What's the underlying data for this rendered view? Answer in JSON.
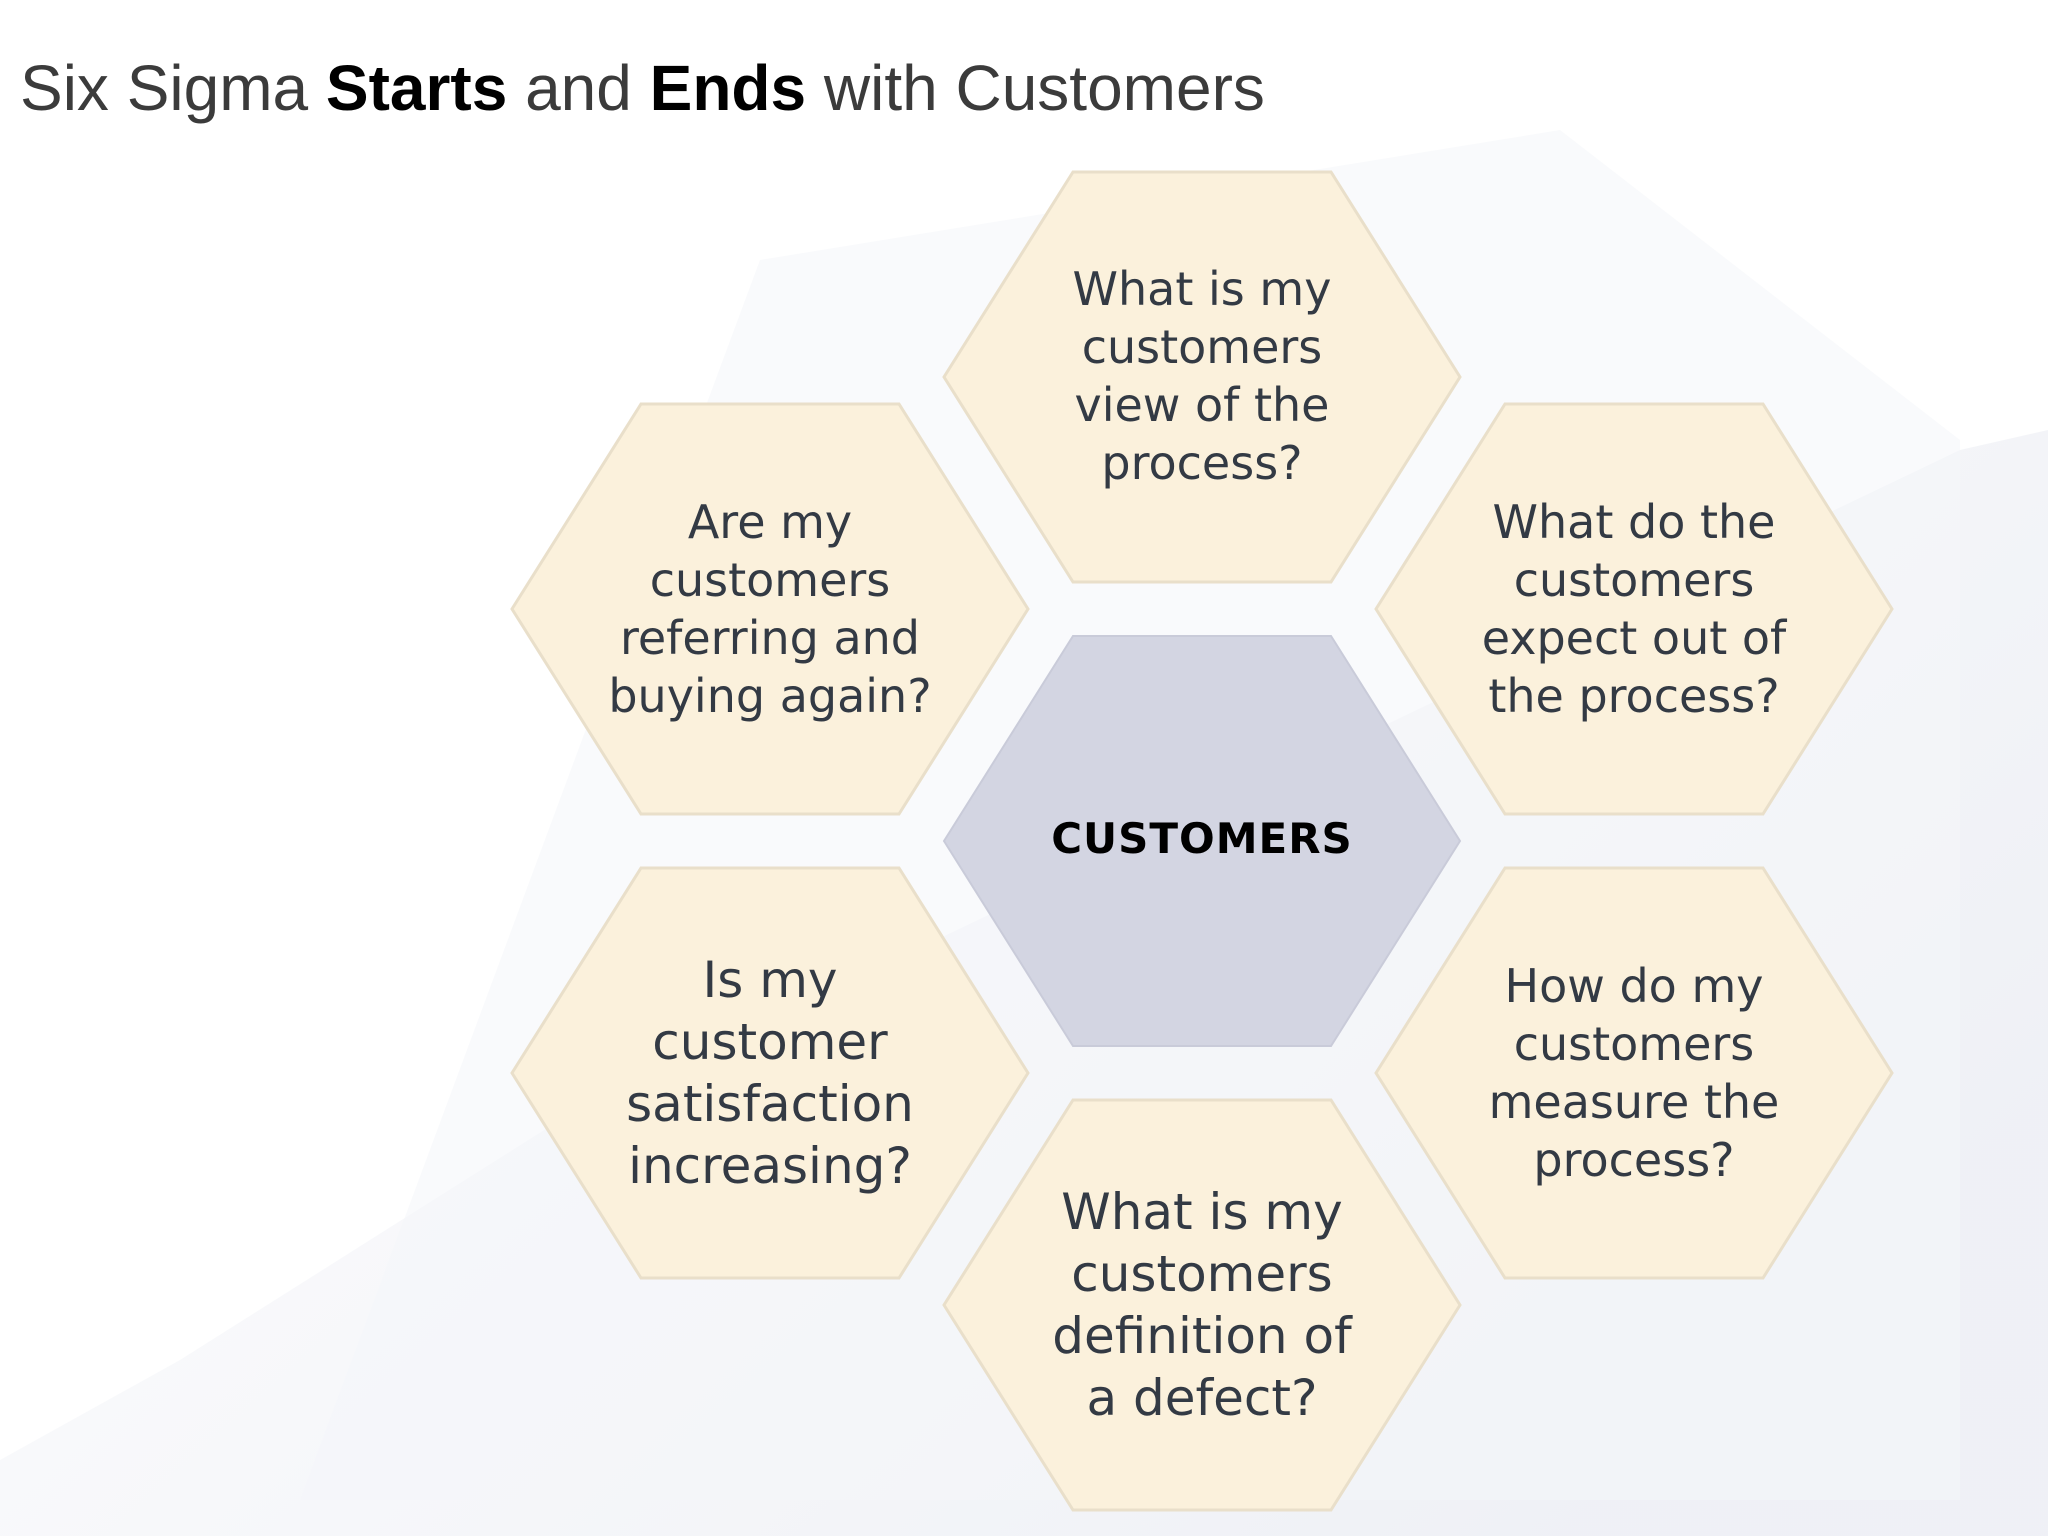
{
  "header": {
    "title_parts": [
      "Six Sigma ",
      "Starts",
      " and ",
      "Ends",
      " with Customers"
    ]
  },
  "diagram": {
    "center": {
      "label": "CUSTOMERS"
    },
    "hexagons": [
      {
        "id": "top",
        "label": "What is my\ncustomers\nview of the\nprocess?"
      },
      {
        "id": "upper-right",
        "label": "What do the\ncustomers\nexpect out of\nthe process?"
      },
      {
        "id": "lower-right",
        "label": "How do my\ncustomers\nmeasure the\nprocess?"
      },
      {
        "id": "bottom",
        "label": "What is my\ncustomers\ndefinition of\na defect?"
      },
      {
        "id": "lower-left",
        "label": "Is my\ncustomer\nsatisfaction\nincreasing?"
      },
      {
        "id": "upper-left",
        "label": "Are my\ncustomers\nreferring and\nbuying again?"
      }
    ]
  },
  "colors": {
    "outer_fill": "#fbf1dc",
    "outer_stroke": "#e9dfca",
    "center_fill": "#d3d5e2",
    "background_tint": "#f3f4f8"
  }
}
